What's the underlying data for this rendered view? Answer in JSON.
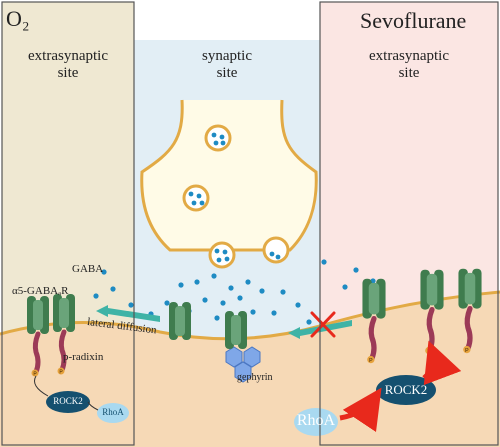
{
  "panels": {
    "left": {
      "condition": "O₂",
      "site_line1": "extrasynaptic",
      "site_line2": "site"
    },
    "center": {
      "site_line1": "synaptic",
      "site_line2": "site"
    },
    "right": {
      "condition": "Sevoflurane",
      "site_line1": "extrasynaptic",
      "site_line2": "site"
    }
  },
  "labels": {
    "gaba": "GABA",
    "receptor": "α5-GABAₐR",
    "lateral_diffusion": "lateral diffusion",
    "p_radixin": "p-radixin",
    "gephyrin": "gephyrin",
    "rock2_left": "ROCK2",
    "rhoa_left": "RhoA",
    "rock2_right": "ROCK2",
    "rhoa_right": "RhoA",
    "phospho": "P"
  },
  "colors": {
    "left_panel_bg": "#efe8d2",
    "center_panel_bg": "#e2eef5",
    "right_panel_bg": "#fbe6e3",
    "tissue": "#f6d9b6",
    "membrane": "#e2aa45",
    "receptor_green": "#3f7c4e",
    "receptor_light": "#6aa47a",
    "radixin": "#9c3a57",
    "phospho_badge": "#e6a23c",
    "gaba_dot": "#1e8bc3",
    "gephyrin": "#7fa7e8",
    "rock2": "#15506f",
    "rhoa": "#a9d9f0",
    "arrow_teal": "#3fb3a6",
    "arrow_red": "#e8291c",
    "cross_red": "#e8291c"
  }
}
